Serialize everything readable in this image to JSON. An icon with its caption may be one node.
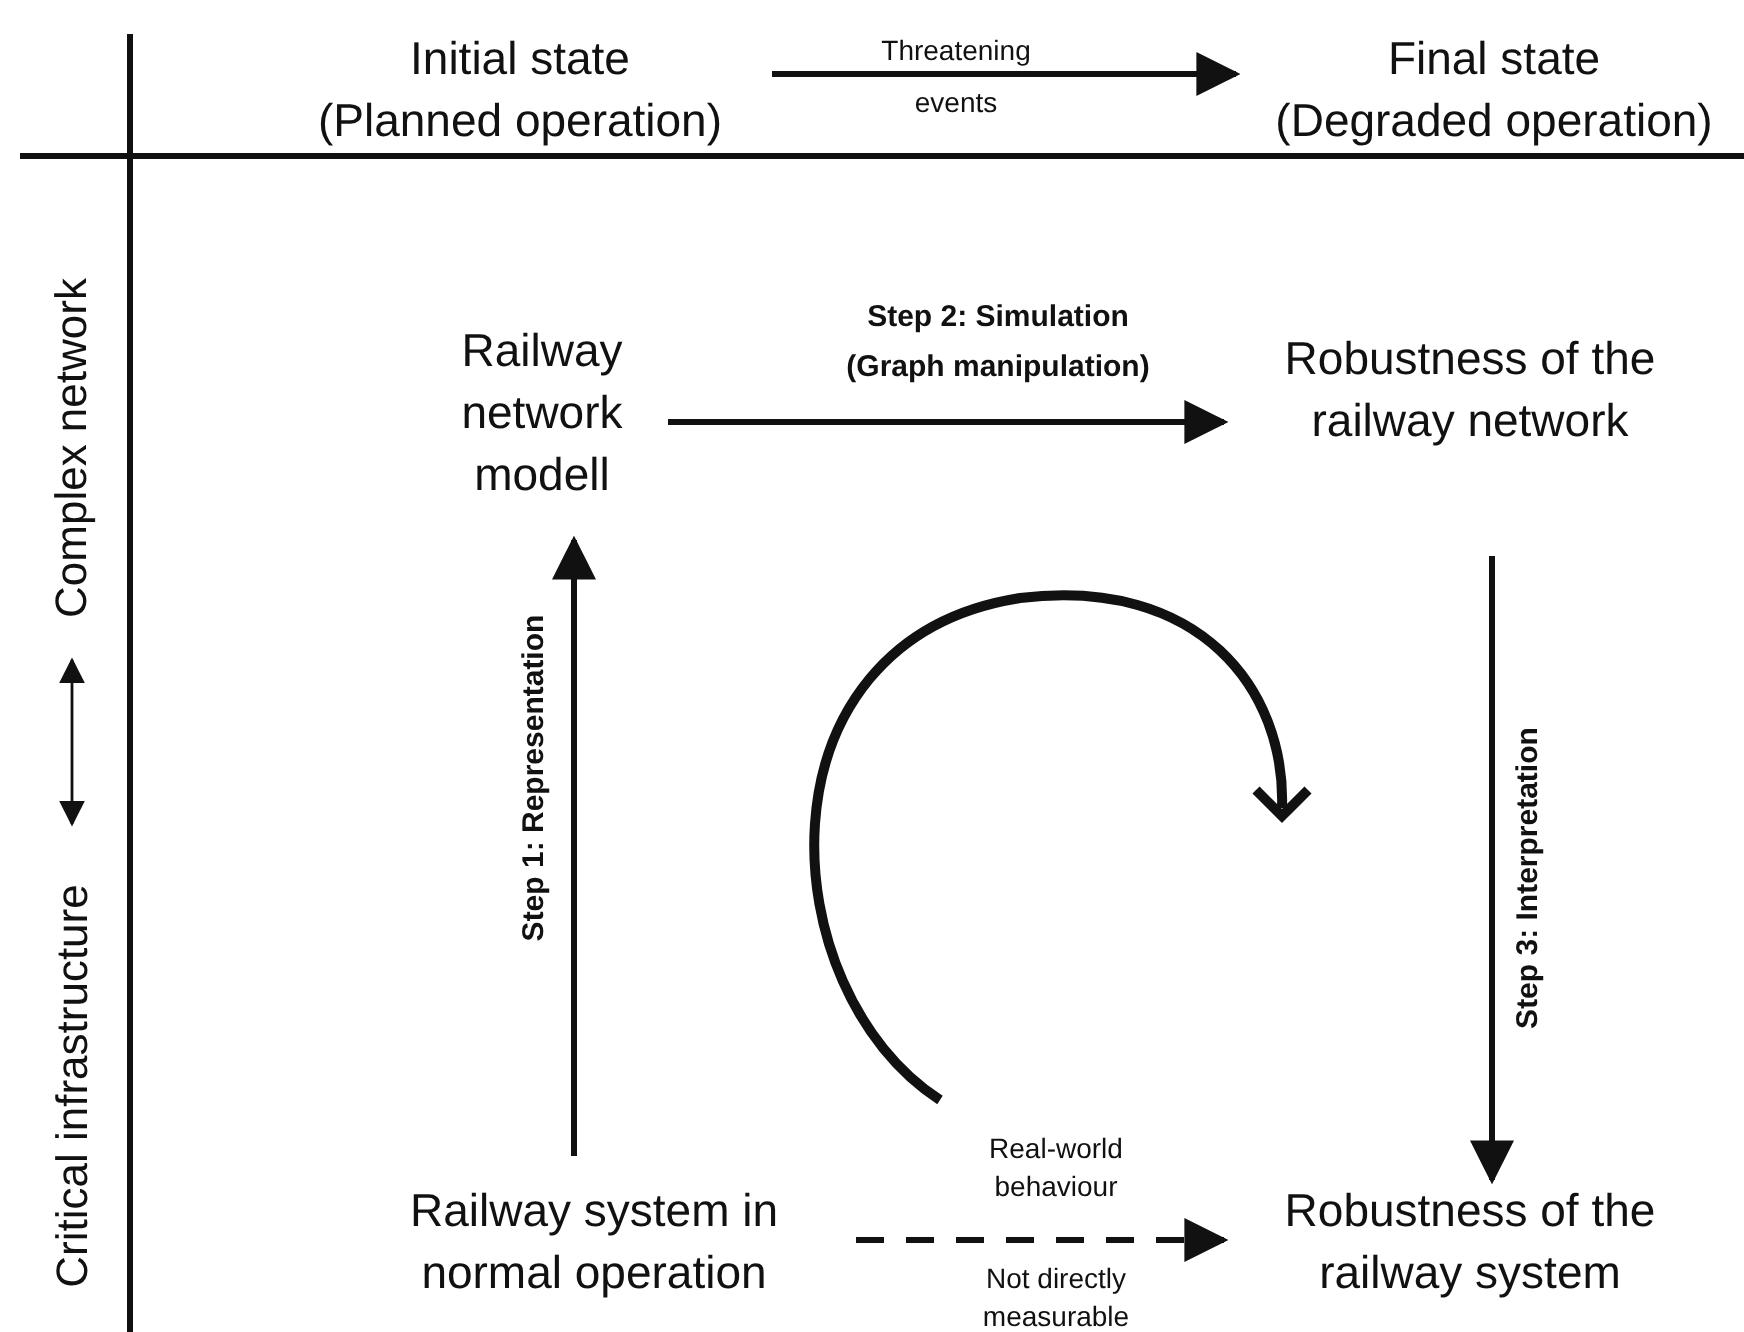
{
  "diagram": {
    "nodes": [
      {
        "text": [
          "Initial state (Planned operation)"
        ]
      },
      {
        "text": [
          "Final state (Degraded operation)"
        ]
      },
      {
        "text": [
          "Railway network modell"
        ]
      },
      {
        "text": [
          "Robustness of the railway network"
        ]
      },
      {
        "text": [
          "Railway system in normal operation"
        ]
      },
      {
        "text": [
          "Robustness of the railway system"
        ]
      },
      {
        "text": [
          "Critical infrastructure"
        ]
      },
      {
        "text": [
          "Complex network"
        ]
      }
    ],
    "edges": [
      {
        "from": 0,
        "to": 1,
        "arrow": "to",
        "label": "Threatening events"
      },
      {
        "from": 2,
        "to": 3,
        "arrow": "to",
        "label": "Step 2: Simulation (Graph manipulation)"
      },
      {
        "from": 4,
        "to": 2,
        "arrow": "to",
        "label": "Step 1: Representation"
      },
      {
        "from": 3,
        "to": 5,
        "arrow": "to",
        "label": "Step 3: Interpretation"
      },
      {
        "from": 4,
        "to": 5,
        "arrow": "to",
        "label": "Real-world behaviour",
        "style": "dashed"
      },
      {
        "from": 6,
        "to": 7,
        "arrow": "both"
      }
    ],
    "labels": [
      "Not directly measurable"
    ]
  }
}
